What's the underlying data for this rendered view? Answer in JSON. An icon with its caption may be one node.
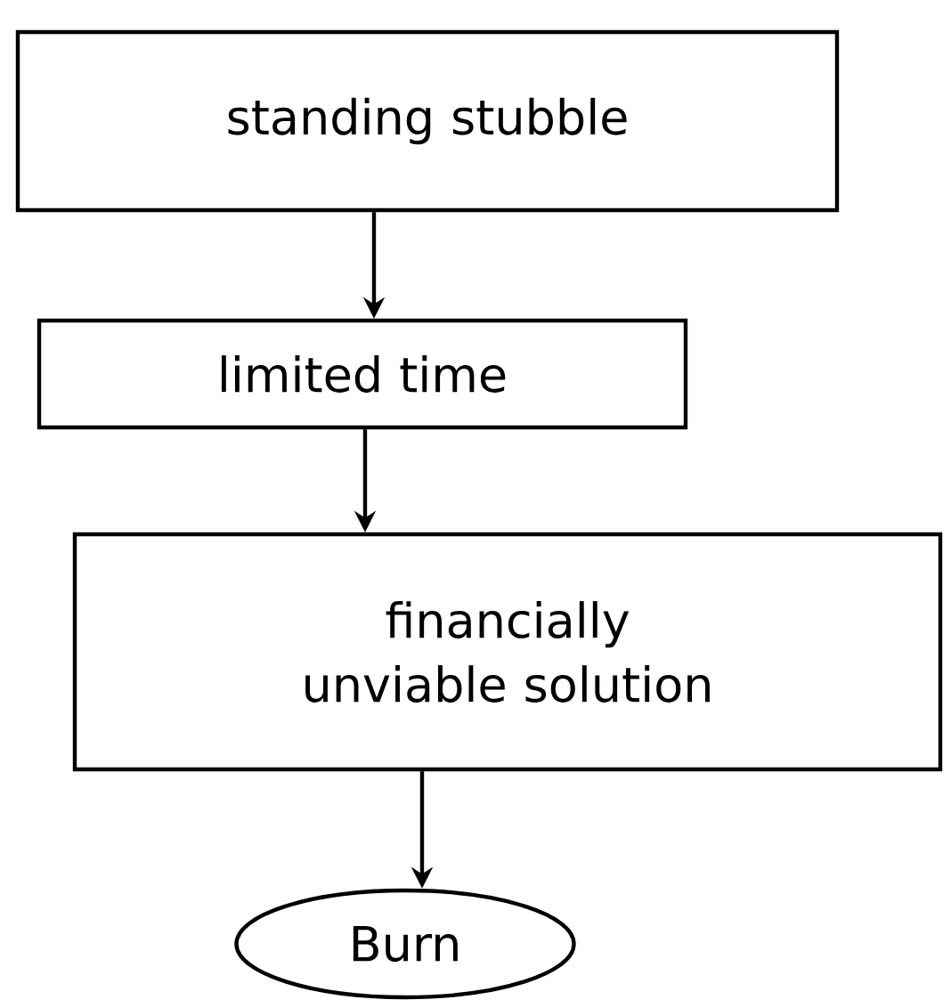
{
  "diagram": {
    "nodes": [
      {
        "text": [
          "standing stubble"
        ]
      },
      {
        "text": [
          "limited time"
        ]
      },
      {
        "text": [
          "financially unviable solution"
        ]
      },
      {
        "text": [
          "Burn"
        ]
      }
    ],
    "edges": [
      {
        "from": 0,
        "to": 1,
        "arrow": "to"
      },
      {
        "from": 1,
        "to": 2,
        "arrow": "to"
      },
      {
        "from": 2,
        "to": 3,
        "arrow": "to"
      }
    ]
  }
}
